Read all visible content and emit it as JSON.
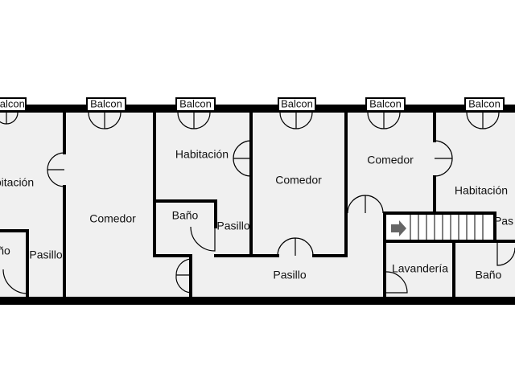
{
  "plan": {
    "balcony_label": "Balcon",
    "rooms": {
      "habitacion_left": "bitación",
      "bano_left": "ño",
      "pasillo_left": "Pasillo",
      "comedor_1": "Comedor",
      "habitacion_2": "Habitación",
      "bano_2": "Baño",
      "pasillo_2": "Pasillo",
      "comedor_3": "Comedor",
      "comedor_4": "Comedor",
      "pasillo_main": "Pasillo",
      "lavanderia": "Lavandería",
      "habitacion_right": "Habitación",
      "pasillo_right": "Pas",
      "bano_right": "Baño"
    }
  }
}
